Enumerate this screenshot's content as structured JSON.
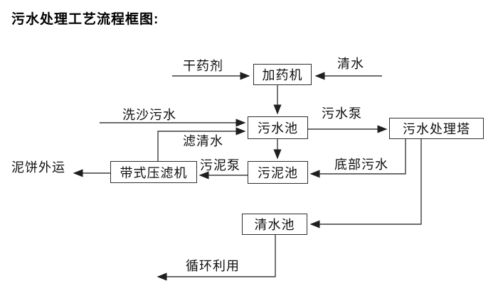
{
  "title": "污水处理工艺流程框图:",
  "nodes": {
    "dosing_machine": "加药机",
    "sewage_pool": "污水池",
    "treatment_tower": "污水处理塔",
    "sludge_pool": "污泥池",
    "belt_filter_press": "带式压滤机",
    "clear_water_pool": "清水池"
  },
  "edge_labels": {
    "dry_agent": "干药剂",
    "clear_water": "清水",
    "sand_washing_sewage": "洗沙污水",
    "sewage_pump": "污水泵",
    "filtered_water": "滤清水",
    "mud_cake_out": "泥饼外运",
    "sludge_pump": "污泥泵",
    "bottom_sewage": "底部污水",
    "recycling": "循环利用"
  },
  "colors": {
    "background": "#ffffff",
    "line": "#3d3d3d",
    "arrowhead": "#1f1f1f",
    "text": "#0f0f0f"
  }
}
